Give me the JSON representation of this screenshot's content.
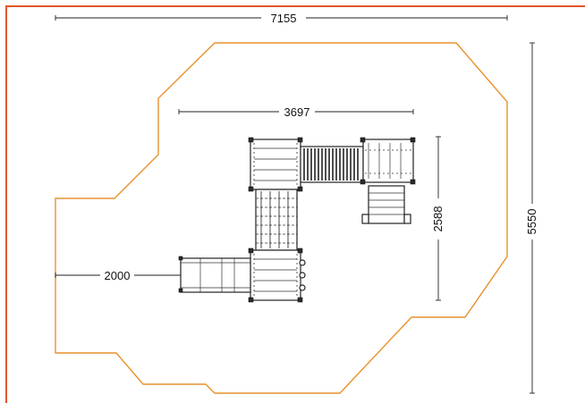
{
  "colors": {
    "frame": "#e2572b",
    "safety_zone": "#e8922d",
    "drawing": "#222222"
  },
  "dimensions": {
    "overall_width": "7155",
    "overall_depth": "5550",
    "platform_span": "3697",
    "equipment_depth": "2588",
    "side_offset": "2000"
  }
}
